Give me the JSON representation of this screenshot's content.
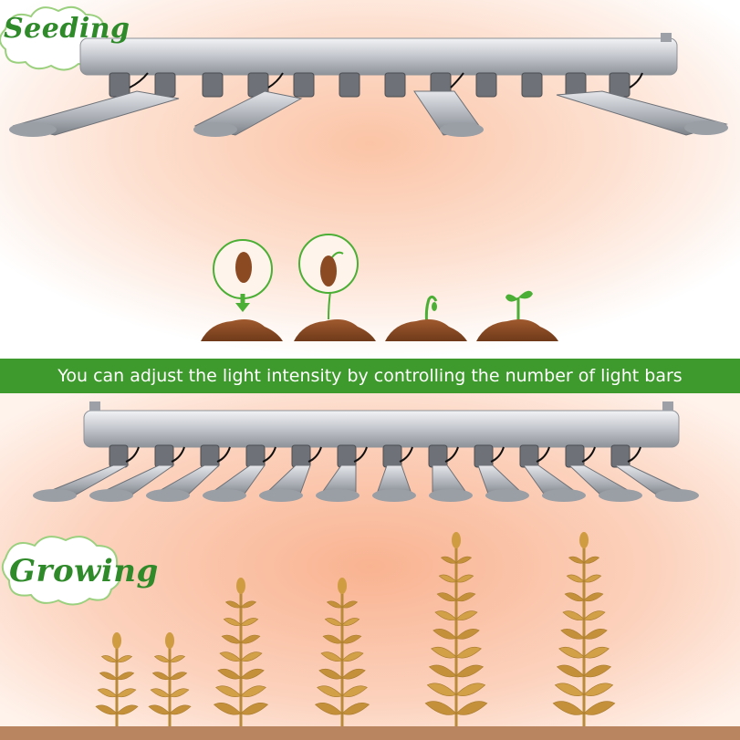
{
  "labels": {
    "seeding": "Seeding",
    "growing": "Growing"
  },
  "banner": {
    "text": "You can adjust the light intensity by controlling the number of light bars"
  },
  "colors": {
    "brand_green": "#3e9a2c",
    "label_green": "#2f8a2a",
    "glow": "#fbc9ae",
    "soil": "#8a4a24",
    "plant": "#c99a3d",
    "bar_metal": "#c9ccd2"
  },
  "icons": {
    "seed_stage_1": "seed-dropping-icon",
    "seed_stage_2": "seed-sprouting-icon",
    "seedling_stage_3": "seedling-emerging-icon",
    "seedling_stage_4": "seedling-leaves-icon"
  },
  "seeding_section": {
    "light_bars_on": 4,
    "light_bars_total": 12
  },
  "growing_section": {
    "light_bars_on": 12,
    "light_bars_total": 12
  }
}
